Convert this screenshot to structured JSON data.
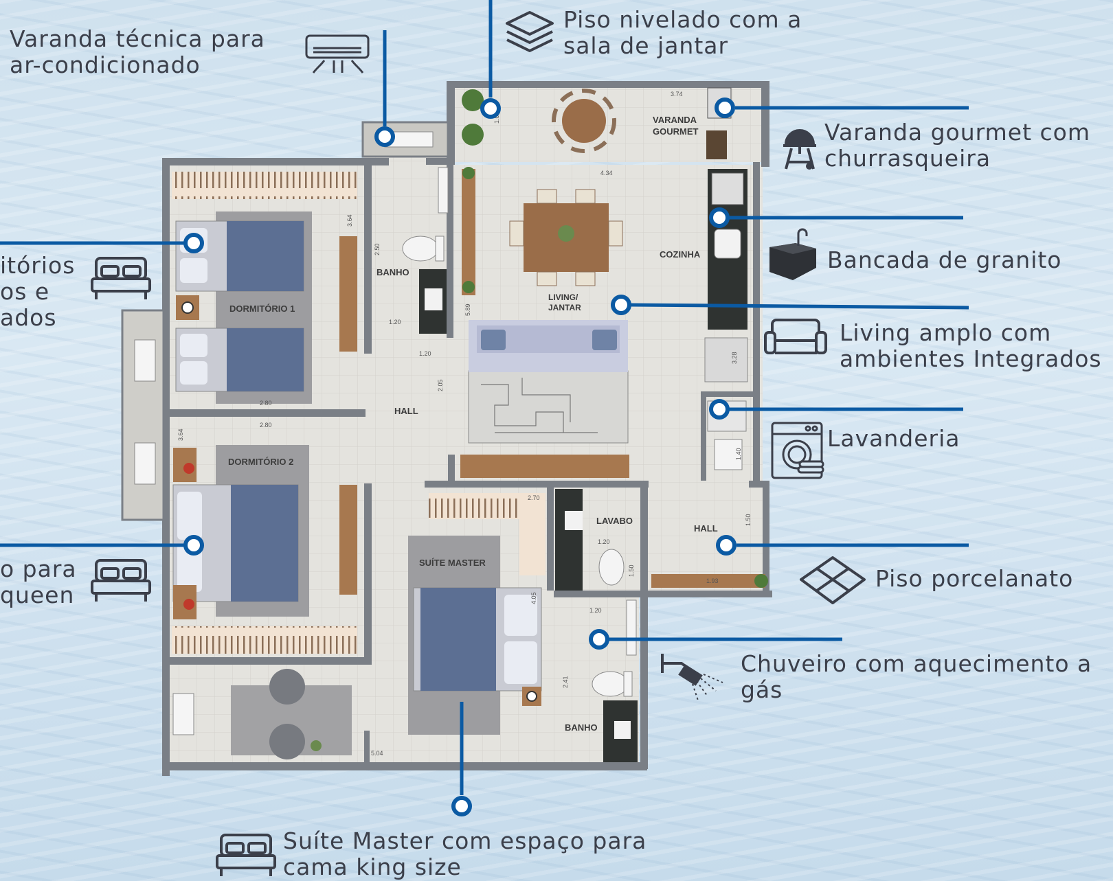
{
  "colors": {
    "callout": "#0b5aa3",
    "wall": "#7a7f86",
    "floor": "#e6e4df",
    "wood": "#a7784f",
    "text": "#3b3f4a"
  },
  "callouts": {
    "varanda_tecnica": [
      "Varanda técnica para",
      "ar-condicionado"
    ],
    "piso_nivelado": [
      "Piso nivelado com a",
      "sala de jantar"
    ],
    "varanda_gourmet": [
      "Varanda gourmet com",
      "churrasqueira"
    ],
    "dormitorios": [
      "itórios",
      "os e",
      "ados"
    ],
    "bancada": [
      "Bancada de granito"
    ],
    "living": [
      "Living amplo com",
      "ambientes Integrados"
    ],
    "lavanderia": [
      "Lavanderia"
    ],
    "queen": [
      "o para",
      "queen"
    ],
    "piso_porcelanato": [
      "Piso porcelanato"
    ],
    "chuveiro": [
      "Chuveiro com aquecimento a",
      "gás"
    ],
    "suite_master": [
      "Suíte Master com espaço para",
      "cama king size"
    ]
  },
  "icons": {
    "varanda_tecnica": "air-conditioner-icon",
    "piso_nivelado": "layers-icon",
    "varanda_gourmet": "barbecue-grill-icon",
    "dormitorios": "bed-icon",
    "bancada": "granite-countertop-icon",
    "living": "sofa-icon",
    "lavanderia": "washing-machine-icon",
    "queen": "bed-icon",
    "piso_porcelanato": "floor-tiles-icon",
    "chuveiro": "shower-icon",
    "suite_master": "bed-icon"
  },
  "plan": {
    "rooms": {
      "varanda_gourmet": [
        "VARANDA",
        "GOURMET"
      ],
      "banho": "BANHO",
      "cozinha": "COZINHA",
      "dormitorio1": "DORMITÓRIO 1",
      "living": [
        "LIVING/",
        "JANTAR"
      ],
      "hall": "HALL",
      "dormitorio2": "DORMITÓRIO 2",
      "lavabo": "LAVABO",
      "hall2": "HALL",
      "suite": "SUÍTE MASTER",
      "banho2": "BANHO"
    },
    "dims": {
      "d374": "3.74",
      "d100": "1.00",
      "d434": "4.34",
      "d364a": "3.64",
      "d250": "2.50",
      "d120a": "1.20",
      "d120b": "1.20",
      "d589": "5.89",
      "d205": "2.05",
      "d328": "3.28",
      "d280a": "2.80",
      "d280b": "2.80",
      "d364b": "3.64",
      "d140": "1.40",
      "d270": "2.70",
      "d150a": "1.50",
      "d120c": "1.20",
      "d150b": "1.50",
      "d193": "1.93",
      "d405": "4.05",
      "d120d": "1.20",
      "d241": "2.41",
      "d504": "5.04"
    }
  }
}
